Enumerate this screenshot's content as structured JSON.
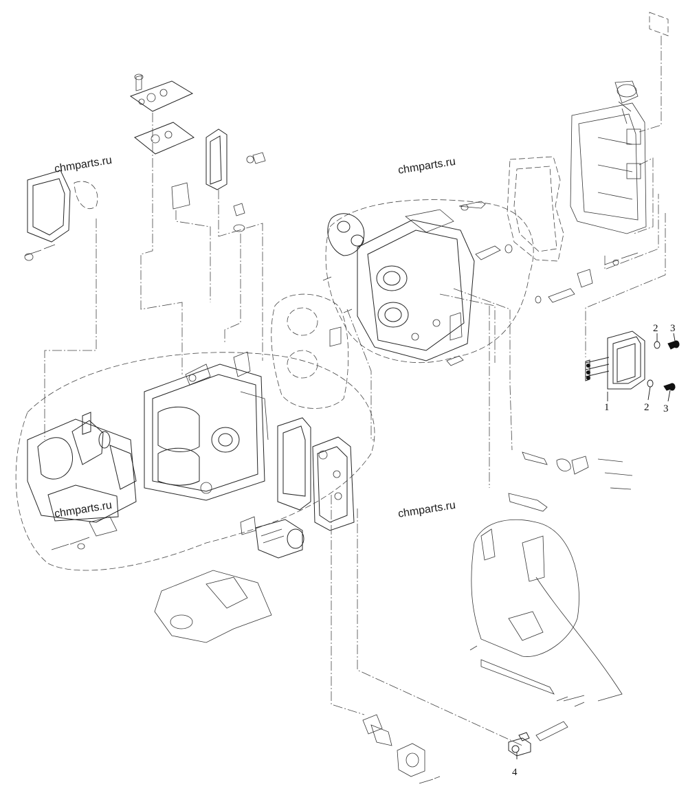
{
  "watermarks": [
    "chmparts.ru",
    "chmparts.ru",
    "chmparts.ru",
    "chmparts.ru"
  ],
  "callouts": {
    "c1": "1",
    "c2a": "2",
    "c3a": "3",
    "c2b": "2",
    "c3b": "3",
    "c4": "4"
  }
}
